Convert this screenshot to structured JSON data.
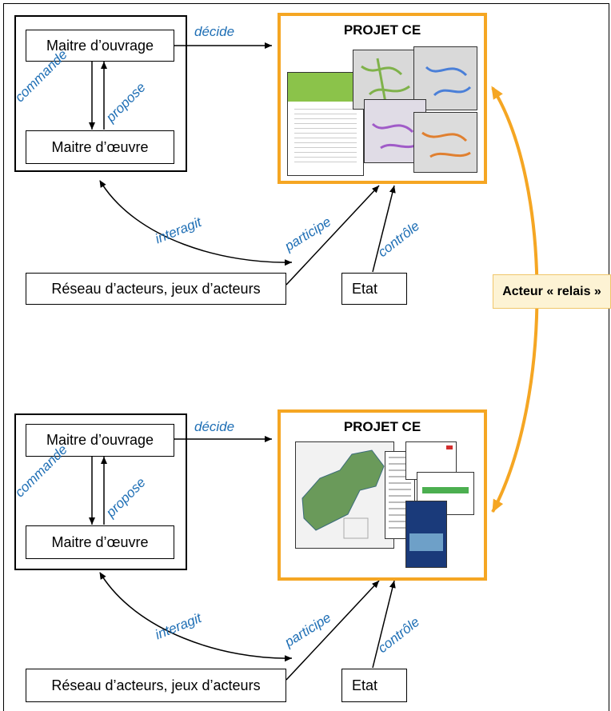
{
  "top": {
    "maitre_ouvrage": "Maitre d’ouvrage",
    "maitre_oeuvre": "Maitre d’œuvre",
    "commande": "commande",
    "propose": "propose",
    "decide": "décide",
    "projet": "PROJET CE",
    "interagit": "interagit",
    "participe": "participe",
    "controle": "contrôle",
    "reseau": "Réseau d’acteurs, jeux d’acteurs",
    "etat": "Etat"
  },
  "bottom": {
    "maitre_ouvrage": "Maitre d’ouvrage",
    "maitre_oeuvre": "Maitre d’œuvre",
    "commande": "commande",
    "propose": "propose",
    "decide": "décide",
    "projet": "PROJET CE",
    "interagit": "interagit",
    "participe": "participe",
    "controle": "contrôle",
    "reseau": "Réseau d’acteurs, jeux d’acteurs",
    "etat": "Etat"
  },
  "relay": "Acteur « relais »",
  "colors": {
    "accent_orange": "#f5a623",
    "label_blue": "#1f6fb5",
    "relay_bg": "#fdf3d4"
  }
}
